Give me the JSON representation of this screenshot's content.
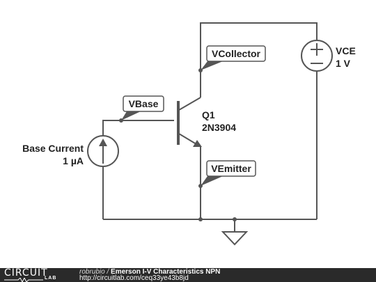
{
  "components": {
    "transistor": {
      "name": "Q1",
      "part": "2N3904"
    },
    "supply": {
      "name": "VCE",
      "value": "1 V"
    },
    "current_source": {
      "name": "Base Current",
      "value": "1 µA"
    }
  },
  "probes": {
    "collector": "VCollector",
    "base": "VBase",
    "emitter": "VEmitter"
  },
  "footer": {
    "logo_top": "CIRCUIT",
    "logo_bottom": "LAB",
    "author": "robrubio",
    "separator": " / ",
    "title": "Emerson I-V Characteristics NPN",
    "url": "http://circuitlab.com/ceq33ye43b8jd"
  },
  "colors": {
    "wire": "#555555",
    "footer_bg": "#2a2a2a",
    "text": "#222222"
  }
}
